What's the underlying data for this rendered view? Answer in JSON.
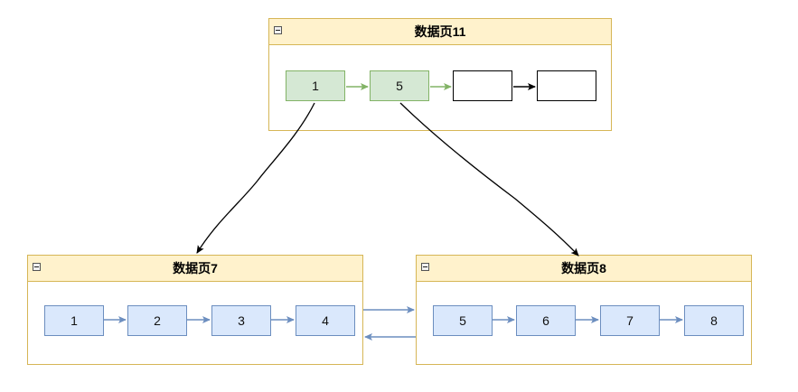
{
  "pages": {
    "page11": {
      "title": "数据页11",
      "cells": [
        "1",
        "5",
        "",
        ""
      ]
    },
    "page7": {
      "title": "数据页7",
      "cells": [
        "1",
        "2",
        "3",
        "4"
      ]
    },
    "page8": {
      "title": "数据页8",
      "cells": [
        "5",
        "6",
        "7",
        "8"
      ]
    }
  },
  "colors": {
    "container_border": "#d6b656",
    "container_header": "#fff2cc",
    "leaf_fill": "#dae8fc",
    "leaf_border": "#6c8ebf",
    "root_fill": "#d5e8d4",
    "root_border": "#82b366",
    "pointer": "#000000"
  }
}
